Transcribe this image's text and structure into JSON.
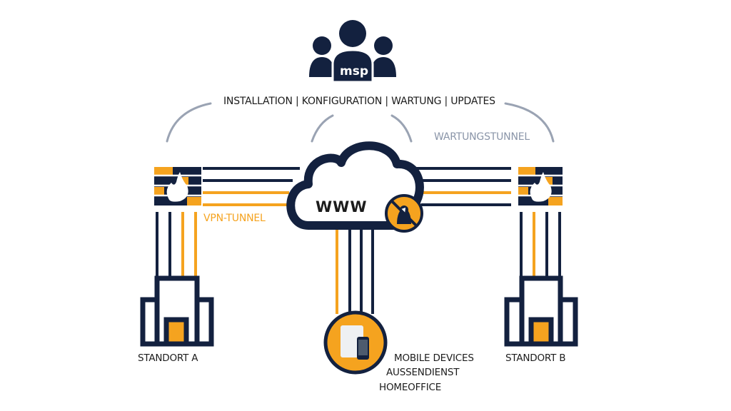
{
  "colors": {
    "navy": "#13213f",
    "orange": "#f5a31f",
    "grey_arc": "#9aa3b3",
    "text": "#1c1c1c",
    "wartung_text": "#8a95a8"
  },
  "msp": {
    "icon": "users-group-icon",
    "label": "msp"
  },
  "services_label": "INSTALLATION | KONFIGURATION | WARTUNG | UPDATES",
  "wartungstunnel_label": "WARTUNGSTUNNEL",
  "vpn_tunnel_label": "VPN-TUNNEL",
  "cloud": {
    "icon": "cloud-icon",
    "label": "WWW",
    "badge_icon": "no-hacker-icon"
  },
  "sites": [
    {
      "name": "STANDORT A",
      "icon": "building-icon",
      "firewall_icon": "firewall-icon"
    },
    {
      "name": "STANDORT B",
      "icon": "building-icon",
      "firewall_icon": "firewall-icon"
    }
  ],
  "mobile": {
    "icon": "mobile-devices-icon",
    "lines": [
      "MOBILE DEVICES",
      "AUSSENDIENST",
      "HOMEOFFICE"
    ]
  }
}
